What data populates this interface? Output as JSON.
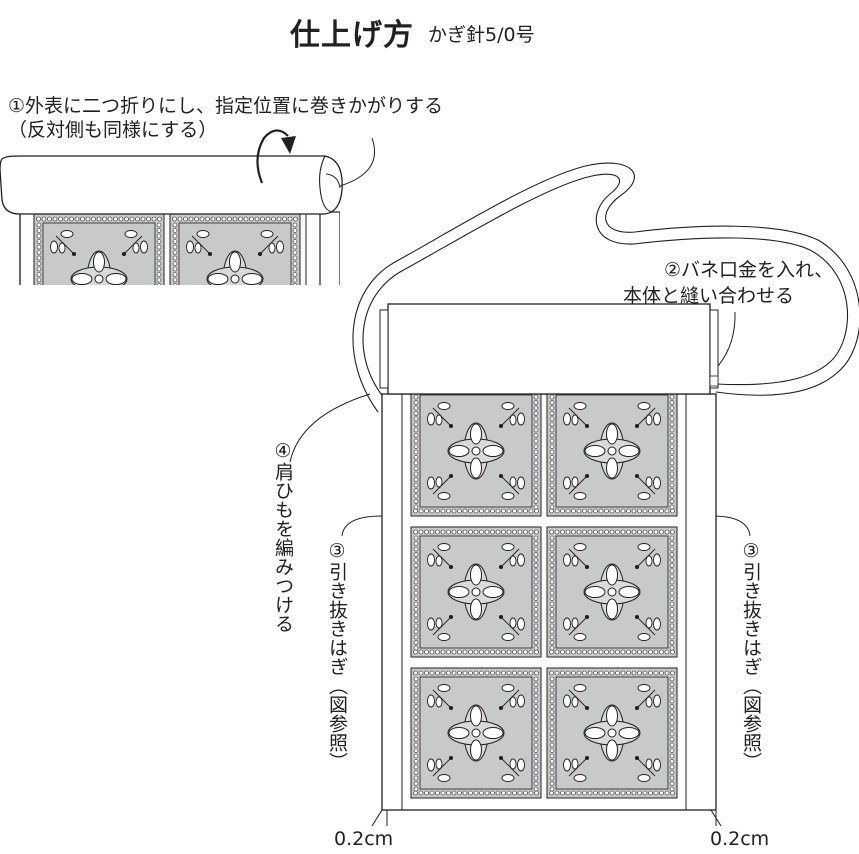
{
  "header": {
    "title": "仕上げ方",
    "subtitle": "かぎ針5/0号"
  },
  "notes": {
    "step1_line1": "①外表に二つ折りにし、指定位置に巻きかがりする",
    "step1_line2": "（反対側も同様にする）",
    "step2_line1": "②バネ口金を入れ、",
    "step2_line2": "本体と縫い合わせる",
    "step3_left": "③引き抜きはぎ（図参照）",
    "step3_right": "③引き抜きはぎ（図参照）",
    "step4": "④肩ひもを編みつける"
  },
  "measurements": {
    "left": "0.2cm",
    "right": "0.2cm"
  },
  "colors": {
    "line": "#231f20",
    "motif_fill": "#c8c9ca",
    "motif_light": "#e6e7e8",
    "paper": "#ffffff"
  },
  "icons": [
    "curved-arrow-icon"
  ]
}
